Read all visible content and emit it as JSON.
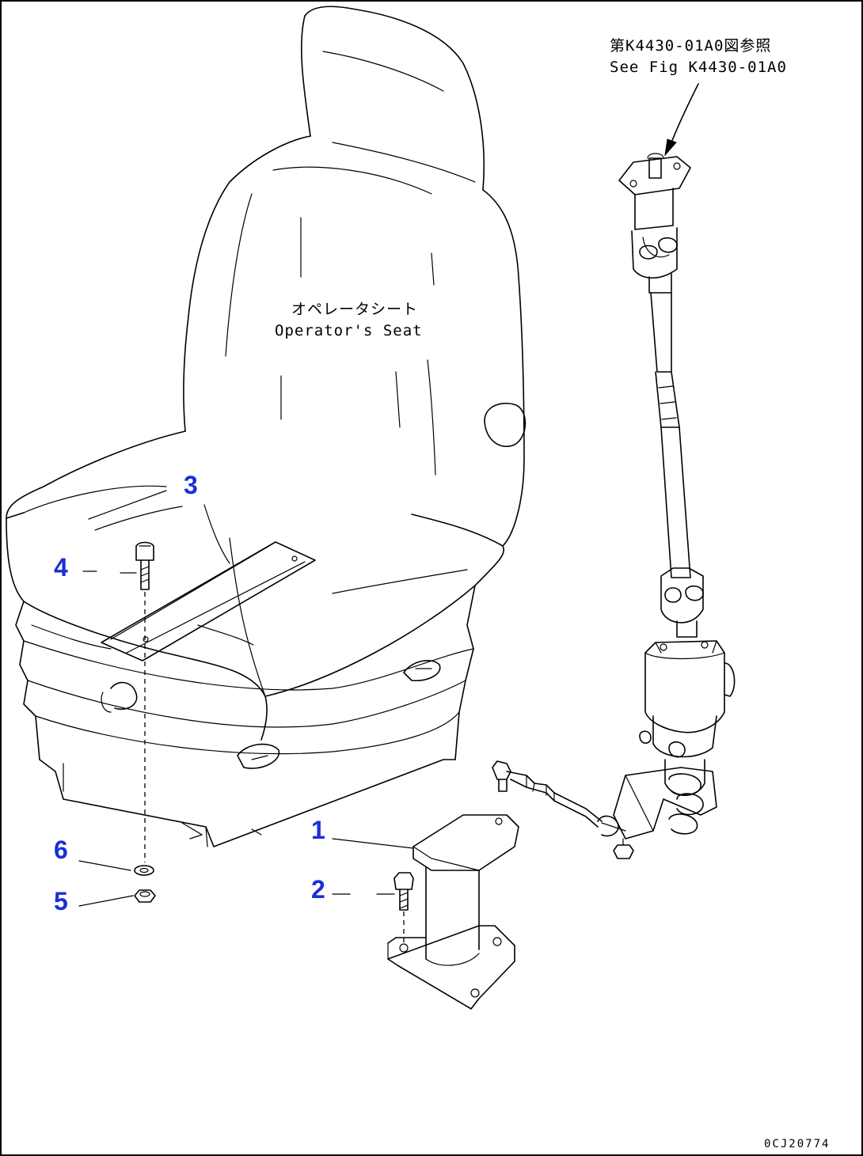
{
  "reference": {
    "line_jp": "第K4430-01A0図参照",
    "line_en": "See Fig K4430-01A0"
  },
  "seat_label": {
    "line_jp": "オペレータシート",
    "line_en": "Operator's Seat"
  },
  "callouts": [
    {
      "id": "1",
      "color": "#1a2fd6"
    },
    {
      "id": "2",
      "color": "#1a2fd6"
    },
    {
      "id": "3",
      "color": "#1a2fd6"
    },
    {
      "id": "4",
      "color": "#1a2fd6"
    },
    {
      "id": "5",
      "color": "#1a2fd6"
    },
    {
      "id": "6",
      "color": "#1a2fd6"
    }
  ],
  "drawing_code": "0CJ20774"
}
